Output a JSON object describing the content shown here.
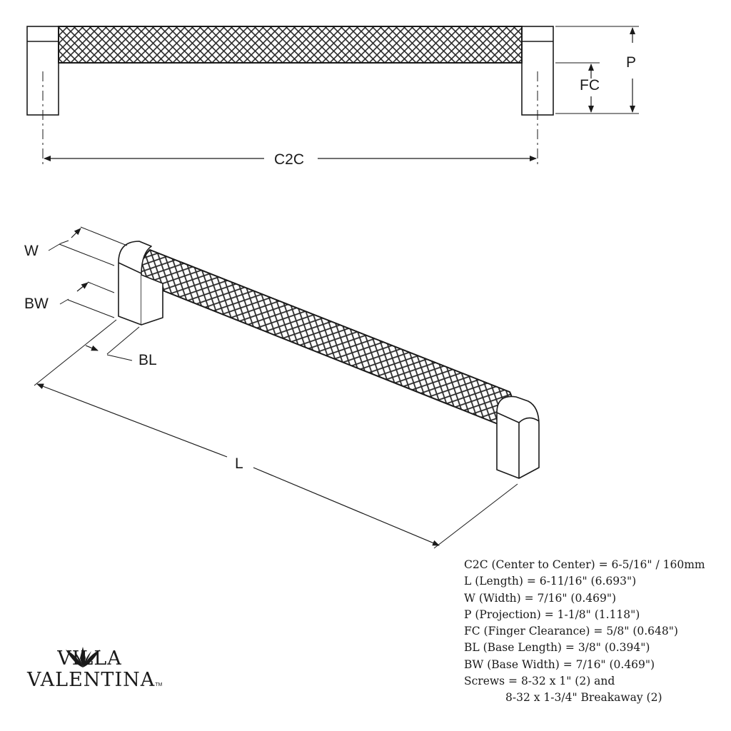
{
  "labels": {
    "p": "P",
    "fc": "FC",
    "c2c": "C2C",
    "w": "W",
    "bw": "BW",
    "bl": "BL",
    "l": "L"
  },
  "specs": [
    "C2C (Center to Center) = 6-5/16\" / 160mm",
    "L (Length) = 6-11/16\" (6.693\")",
    "W (Width) = 7/16\" (0.469\")",
    "P (Projection) = 1-1/8\" (1.118\")",
    "FC (Finger Clearance) = 5/8\" (0.648\")",
    "BL (Base Length) = 3/8\" (0.394\")",
    "BW (Base Width) = 7/16\" (0.469\")",
    "Screws = 8-32 x 1\" (2) and",
    "8-32 x 1-3/4\" Breakaway (2)"
  ],
  "brand": {
    "line1": "VILLA",
    "line2": "VALENTINA",
    "tm": "TM",
    "logo_icon": "leaf-crest-icon"
  },
  "colors": {
    "ink": "#1a1a1a",
    "knurl": "#2b2b2b"
  }
}
